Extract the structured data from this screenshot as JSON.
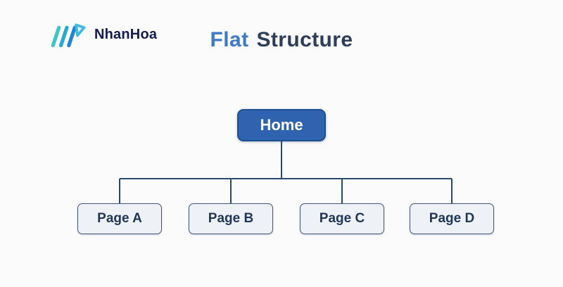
{
  "colors": {
    "page-bg": "#fbfbfc",
    "brand-text": "#151b4e",
    "title-accent": "#3d79c5",
    "title-dark": "#2e3d59",
    "root-bg": "#2f63b0",
    "root-border": "#1d4f94",
    "root-text": "#ffffff",
    "child-bg": "#eef1f5",
    "child-border": "#44597a",
    "child-text": "#1f3658",
    "connector": "#2b4a70",
    "logo-teal": "#3ec6c9",
    "logo-mid": "#2aa9d4",
    "logo-blue": "#1f85cf",
    "logo-flag": "#3fb9e5"
  },
  "brand": {
    "name": "NhanHoa",
    "icon": "nhanhoa-w-icon"
  },
  "title": {
    "part1": "Flat",
    "part2": "Structure"
  },
  "diagram": {
    "type": "sitemap-tree",
    "root": {
      "label": "Home"
    },
    "children": [
      {
        "label": "Page A"
      },
      {
        "label": "Page B"
      },
      {
        "label": "Page C"
      },
      {
        "label": "Page D"
      }
    ]
  }
}
